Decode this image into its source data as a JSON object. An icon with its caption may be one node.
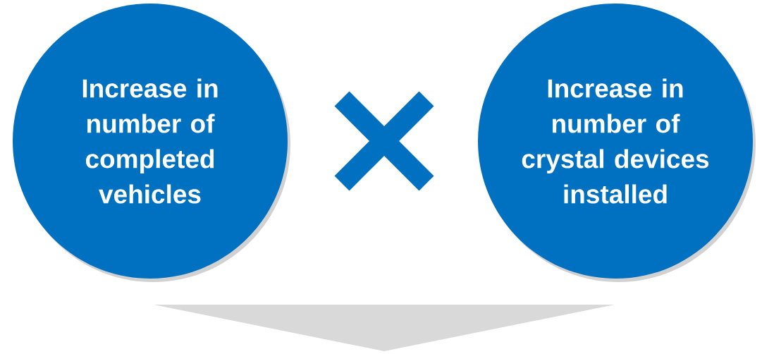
{
  "diagram": {
    "nodes": [
      {
        "text": [
          "Increase in number of completed vehicles"
        ]
      },
      {
        "text": [
          "Increase in number of crystal devices installed"
        ]
      },
      {
        "text": [],
        "shape": "cross"
      },
      {
        "text": [],
        "shape": "triangle"
      }
    ]
  }
}
